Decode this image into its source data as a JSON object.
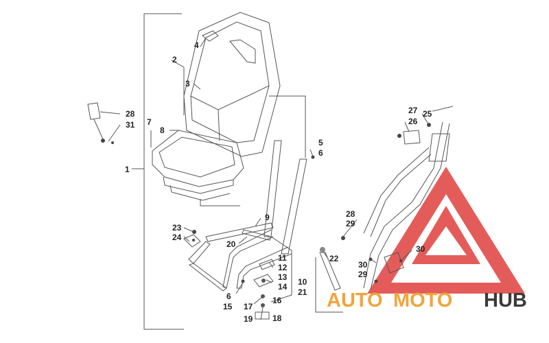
{
  "colors": {
    "line": "#555555",
    "label": "#222222",
    "watermark_red": "#e0403e",
    "watermark_orange": "#f2a43a",
    "watermark_grey": "#3a3a3a"
  },
  "labels": {
    "l1": "1",
    "l2": "2",
    "l3": "3",
    "l4": "4",
    "l5": "5",
    "l6a": "6",
    "l6b": "6",
    "l7": "7",
    "l8": "8",
    "l9": "9",
    "l10": "10",
    "l11": "11",
    "l12": "12",
    "l13": "13",
    "l14": "14",
    "l15": "15",
    "l16": "16",
    "l17": "17",
    "l18": "18",
    "l19": "19",
    "l20": "20",
    "l21": "21",
    "l22": "22",
    "l23": "23",
    "l24": "24",
    "l25": "25",
    "l26": "26",
    "l27": "27",
    "l28a": "28",
    "l28b": "28",
    "l29a": "29",
    "l29b": "29",
    "l30a": "30",
    "l30b": "30",
    "l31": "31"
  },
  "watermark": {
    "part1": "AUTO",
    "part2": "MOTO",
    "part3": "HUB"
  }
}
